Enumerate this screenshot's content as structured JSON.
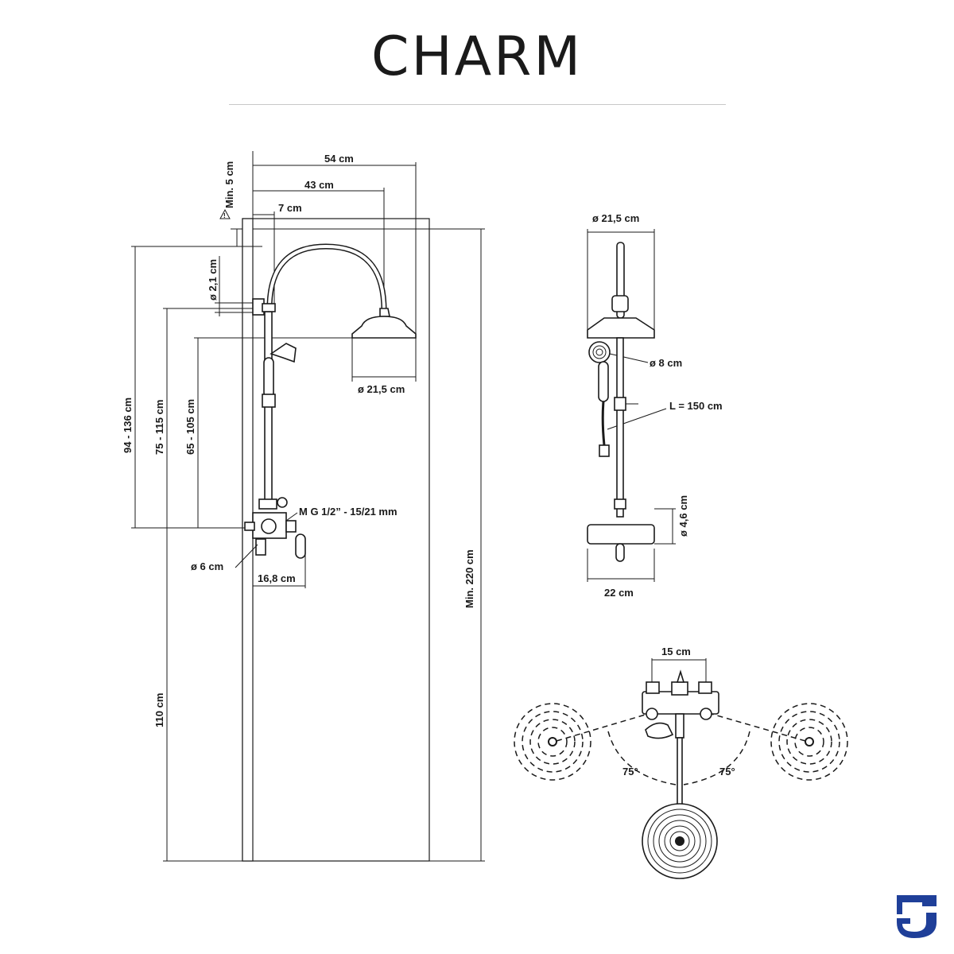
{
  "title": "CHARM",
  "side_view": {
    "width_54": "54 cm",
    "width_43": "43 cm",
    "width_7": "7 cm",
    "min_5": "Min. 5 cm",
    "diam_2_1": "ø 2,1 cm",
    "head_diam": "ø 21,5 cm",
    "h_94_136": "94 - 136 cm",
    "h_75_115": "75 - 115 cm",
    "h_65_105": "65 - 105 cm",
    "h_110": "110 cm",
    "min_220": "Min. 220 cm",
    "thread": "M G 1/2” - 15/21 mm",
    "diam_6": "ø 6 cm",
    "width_16_8": "16,8 cm"
  },
  "front_view": {
    "head_diam": "ø 21,5 cm",
    "hand_diam": "ø 8 cm",
    "hose_length": "L = 150 cm",
    "diam_4_6": "ø 4,6 cm",
    "width_22": "22 cm"
  },
  "top_view": {
    "spacing_15": "15 cm",
    "angle_left": "75°",
    "angle_right": "75°"
  },
  "logo": {
    "name": "brand-logo",
    "color": "#1f3f99"
  },
  "colors": {
    "line": "#1a1a1a",
    "rule": "#c8c8c8"
  }
}
